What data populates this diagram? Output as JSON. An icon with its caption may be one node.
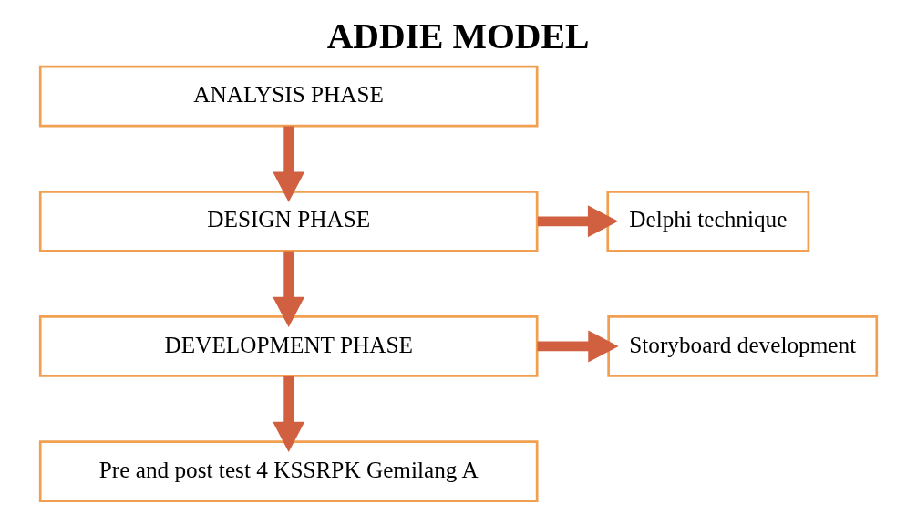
{
  "diagram": {
    "title": "ADDIE MODEL",
    "nodes": [
      {
        "text": [
          "ANALYSIS PHASE"
        ]
      },
      {
        "text": [
          "DESIGN PHASE"
        ]
      },
      {
        "text": [
          "Delphi technique"
        ]
      },
      {
        "text": [
          "DEVELOPMENT PHASE"
        ]
      },
      {
        "text": [
          "Storyboard development"
        ]
      },
      {
        "text": [
          "Pre and post test 4 KSSRPK Gemilang A"
        ]
      }
    ],
    "edges": [
      {
        "from": 0,
        "to": 1,
        "arrow": "to"
      },
      {
        "from": 1,
        "to": 2,
        "arrow": "to"
      },
      {
        "from": 1,
        "to": 3,
        "arrow": "to"
      },
      {
        "from": 3,
        "to": 4,
        "arrow": "to"
      },
      {
        "from": 3,
        "to": 5,
        "arrow": "to"
      }
    ]
  }
}
